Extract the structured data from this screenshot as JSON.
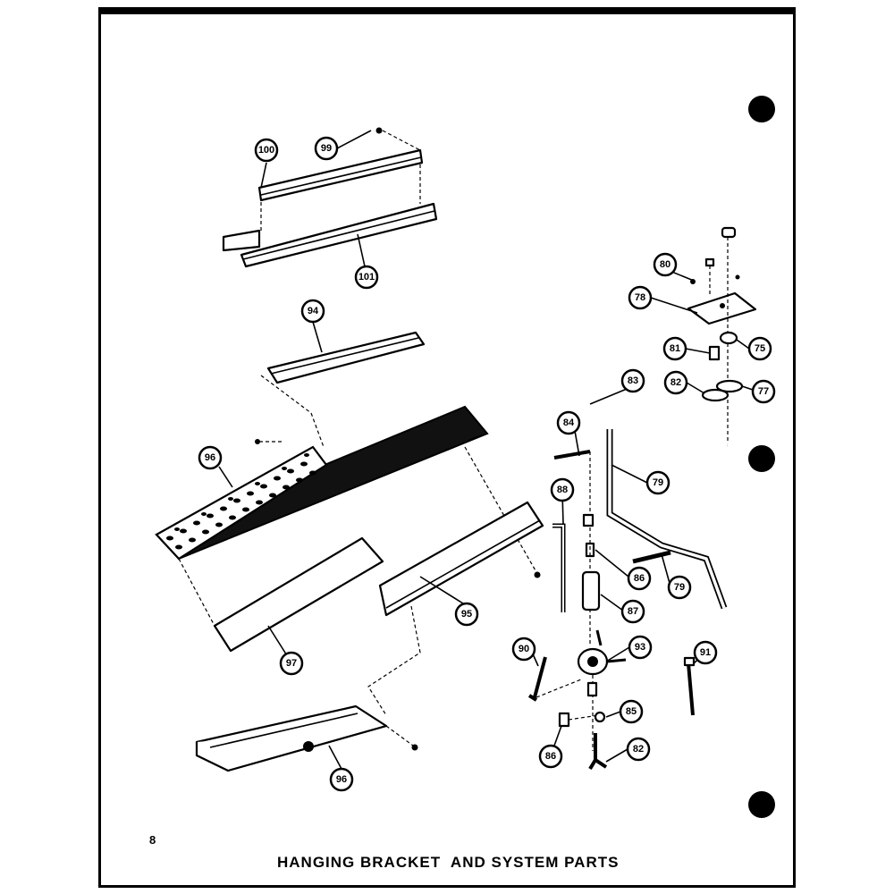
{
  "caption": "HANGING BRACKET  AND SYSTEM PARTS",
  "page_number": "8",
  "callouts": {
    "c100": "100",
    "c99": "99",
    "c101": "101",
    "c94a": "94",
    "c96a": "96",
    "c97": "97",
    "c95": "95",
    "c96b": "96",
    "c80": "80",
    "c78": "78",
    "c81": "81",
    "c75": "75",
    "c82a": "82",
    "c77": "77",
    "c83": "83",
    "c84": "84",
    "c79a": "79",
    "c88": "88",
    "c86a": "86",
    "c79b": "79",
    "c87": "87",
    "c90": "90",
    "c93": "93",
    "c91": "91",
    "c85": "85",
    "c86b": "86",
    "c82b": "82"
  }
}
